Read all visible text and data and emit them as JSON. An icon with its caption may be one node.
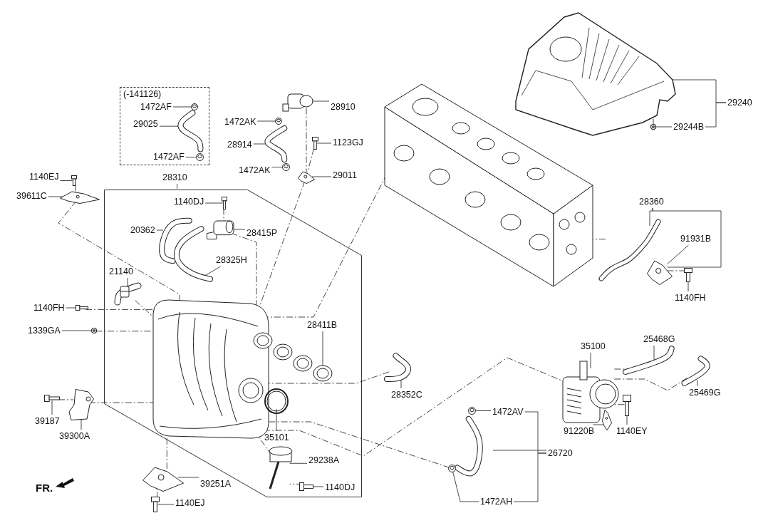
{
  "diagram": {
    "nodes": [
      {
        "text": [
          "(-141126)"
        ]
      },
      {
        "text": [
          "1472AF"
        ],
        "in": 0
      },
      {
        "text": [],
        "shape": "picture",
        "in": 0
      },
      {
        "text": [
          "29025"
        ],
        "in": 0
      },
      {
        "text": [],
        "shape": "picture",
        "in": 0
      },
      {
        "text": [
          "1472AF"
        ],
        "in": 0
      },
      {
        "text": [],
        "shape": "picture",
        "in": 0
      },
      {
        "text": [
          "28910"
        ]
      },
      {
        "text": [],
        "shape": "picture"
      },
      {
        "text": [
          "1472AK"
        ]
      },
      {
        "text": [],
        "shape": "picture"
      },
      {
        "text": [
          "28914"
        ]
      },
      {
        "text": [],
        "shape": "picture"
      },
      {
        "text": [
          "1472AK"
        ]
      },
      {
        "text": [],
        "shape": "picture"
      },
      {
        "text": [
          "1123GJ"
        ]
      },
      {
        "text": [],
        "shape": "picture"
      },
      {
        "text": [
          "29011"
        ]
      },
      {
        "text": [],
        "shape": "picture"
      },
      {
        "text": [
          "29240"
        ]
      },
      {
        "text": [],
        "shape": "picture"
      },
      {
        "text": [
          "29244B"
        ]
      },
      {
        "text": [],
        "shape": "circle"
      },
      {
        "text": [
          "1140EJ"
        ]
      },
      {
        "text": [],
        "shape": "picture"
      },
      {
        "text": [
          "39611C"
        ]
      },
      {
        "text": [],
        "shape": "picture"
      },
      {
        "text": [
          "28310"
        ]
      },
      {
        "text": [],
        "shape": "polygon"
      },
      {
        "text": [
          "1140DJ"
        ],
        "in": 28
      },
      {
        "text": [],
        "shape": "picture",
        "in": 28
      },
      {
        "text": [
          "20362"
        ],
        "in": 28
      },
      {
        "text": [],
        "shape": "picture",
        "in": 28
      },
      {
        "text": [
          "28415P"
        ],
        "in": 28
      },
      {
        "text": [],
        "shape": "picture",
        "in": 28
      },
      {
        "text": [
          "28325H"
        ],
        "in": 28
      },
      {
        "text": [],
        "shape": "picture",
        "in": 28
      },
      {
        "text": [
          "21140"
        ],
        "in": 28
      },
      {
        "text": [],
        "shape": "picture",
        "in": 28
      },
      {
        "text": [
          "1140FH"
        ]
      },
      {
        "text": [],
        "shape": "picture"
      },
      {
        "text": [
          "1339GA"
        ]
      },
      {
        "text": [],
        "shape": "circle"
      },
      {
        "text": [],
        "shape": "picture",
        "in": 28
      },
      {
        "text": [
          "28411B"
        ],
        "in": 28
      },
      {
        "text": [],
        "shape": "picture",
        "in": 28
      },
      {
        "text": [
          "28360"
        ]
      },
      {
        "text": [],
        "shape": "picture"
      },
      {
        "text": [
          "91931B"
        ]
      },
      {
        "text": [],
        "shape": "picture"
      },
      {
        "text": [
          "1140FH"
        ]
      },
      {
        "text": [],
        "shape": "picture"
      },
      {
        "text": [],
        "shape": "picture"
      },
      {
        "text": [
          "35100"
        ]
      },
      {
        "text": [],
        "shape": "picture"
      },
      {
        "text": [
          "25468G"
        ]
      },
      {
        "text": [],
        "shape": "picture"
      },
      {
        "text": [
          "25469G"
        ]
      },
      {
        "text": [],
        "shape": "picture"
      },
      {
        "text": [
          "28352C"
        ]
      },
      {
        "text": [],
        "shape": "picture"
      },
      {
        "text": [
          "39187"
        ]
      },
      {
        "text": [],
        "shape": "picture"
      },
      {
        "text": [
          "39300A"
        ]
      },
      {
        "text": [],
        "shape": "picture"
      },
      {
        "text": [
          "35101"
        ],
        "in": 28
      },
      {
        "text": [],
        "shape": "picture",
        "in": 28
      },
      {
        "text": [
          "29238A"
        ],
        "in": 28
      },
      {
        "text": [],
        "shape": "picture",
        "in": 28
      },
      {
        "text": [
          "1472AV"
        ]
      },
      {
        "text": [],
        "shape": "picture"
      },
      {
        "text": [
          "26720"
        ]
      },
      {
        "text": [],
        "shape": "picture"
      },
      {
        "text": [
          "1472AH"
        ]
      },
      {
        "text": [],
        "shape": "picture"
      },
      {
        "text": [
          "91220B"
        ]
      },
      {
        "text": [],
        "shape": "picture"
      },
      {
        "text": [
          "1140EY"
        ]
      },
      {
        "text": [],
        "shape": "picture"
      },
      {
        "text": [
          "1140DJ"
        ],
        "in": 28
      },
      {
        "text": [],
        "shape": "picture",
        "in": 28
      },
      {
        "text": [
          "39251A"
        ]
      },
      {
        "text": [],
        "shape": "picture"
      },
      {
        "text": [
          "1140EJ"
        ]
      },
      {
        "text": [],
        "shape": "picture"
      }
    ],
    "edges": [
      {
        "from": 1,
        "to": 2,
        "arrow": "none"
      },
      {
        "from": 3,
        "to": 4,
        "arrow": "none"
      },
      {
        "from": 5,
        "to": 6,
        "arrow": "none"
      },
      {
        "from": 7,
        "to": 8,
        "arrow": "none"
      },
      {
        "from": 9,
        "to": 10,
        "arrow": "none"
      },
      {
        "from": 11,
        "to": 12,
        "arrow": "none"
      },
      {
        "from": 13,
        "to": 14,
        "arrow": "none"
      },
      {
        "from": 15,
        "to": 16,
        "arrow": "none"
      },
      {
        "from": 17,
        "to": 18,
        "arrow": "none"
      },
      {
        "from": 19,
        "to": 20,
        "arrow": "none"
      },
      {
        "from": 19,
        "to": 21,
        "arrow": "none"
      },
      {
        "from": 21,
        "to": 22,
        "arrow": "none"
      },
      {
        "from": 23,
        "to": 24,
        "arrow": "none"
      },
      {
        "from": 25,
        "to": 26,
        "arrow": "none"
      },
      {
        "from": 27,
        "to": 28,
        "arrow": "none"
      },
      {
        "from": 29,
        "to": 30,
        "arrow": "none"
      },
      {
        "from": 31,
        "to": 32,
        "arrow": "none"
      },
      {
        "from": 33,
        "to": 34,
        "arrow": "none"
      },
      {
        "from": 35,
        "to": 36,
        "arrow": "none"
      },
      {
        "from": 37,
        "to": 38,
        "arrow": "none"
      },
      {
        "from": 39,
        "to": 40,
        "arrow": "none"
      },
      {
        "from": 41,
        "to": 42,
        "arrow": "none"
      },
      {
        "from": 44,
        "to": 45,
        "arrow": "none"
      },
      {
        "from": 46,
        "to": 47,
        "arrow": "none"
      },
      {
        "from": 46,
        "to": 49,
        "arrow": "none"
      },
      {
        "from": 48,
        "to": 49,
        "arrow": "none"
      },
      {
        "from": 50,
        "to": 51,
        "arrow": "none"
      },
      {
        "from": 53,
        "to": 54,
        "arrow": "none"
      },
      {
        "from": 55,
        "to": 56,
        "arrow": "none"
      },
      {
        "from": 57,
        "to": 58,
        "arrow": "none"
      },
      {
        "from": 59,
        "to": 60,
        "arrow": "none"
      },
      {
        "from": 61,
        "to": 62,
        "arrow": "none"
      },
      {
        "from": 63,
        "to": 64,
        "arrow": "none"
      },
      {
        "from": 65,
        "to": 66,
        "arrow": "none"
      },
      {
        "from": 67,
        "to": 68,
        "arrow": "none"
      },
      {
        "from": 69,
        "to": 70,
        "arrow": "none"
      },
      {
        "from": 71,
        "to": 69,
        "arrow": "none"
      },
      {
        "from": 71,
        "to": 72,
        "arrow": "none"
      },
      {
        "from": 71,
        "to": 73,
        "arrow": "none"
      },
      {
        "from": 73,
        "to": 74,
        "arrow": "none"
      },
      {
        "from": 75,
        "to": 76,
        "arrow": "none"
      },
      {
        "from": 77,
        "to": 78,
        "arrow": "none"
      },
      {
        "from": 79,
        "to": 80,
        "arrow": "none"
      },
      {
        "from": 81,
        "to": 82,
        "arrow": "none"
      },
      {
        "from": 83,
        "to": 84,
        "arrow": "none"
      },
      {
        "from": 24,
        "to": 26,
        "arrow": "none",
        "style": "dashed"
      },
      {
        "from": 26,
        "to": 43,
        "arrow": "none",
        "style": "dashed"
      },
      {
        "from": 8,
        "to": 18,
        "arrow": "none",
        "style": "dashed"
      },
      {
        "from": 16,
        "to": 18,
        "arrow": "none",
        "style": "dashed"
      },
      {
        "from": 18,
        "to": 43,
        "arrow": "none",
        "style": "dashed"
      },
      {
        "from": 22,
        "to": 20,
        "arrow": "none",
        "style": "dashed"
      },
      {
        "from": 30,
        "to": 34,
        "arrow": "none",
        "style": "dashed"
      },
      {
        "from": 34,
        "to": 43,
        "arrow": "none",
        "style": "dashed"
      },
      {
        "from": 38,
        "to": 43,
        "arrow": "none",
        "style": "dashed"
      },
      {
        "from": 40,
        "to": 43,
        "arrow": "none",
        "style": "dashed"
      },
      {
        "from": 42,
        "to": 43,
        "arrow": "none",
        "style": "dashed"
      },
      {
        "from": 43,
        "to": 52,
        "arrow": "none",
        "style": "dashed"
      },
      {
        "from": 47,
        "to": 52,
        "arrow": "none",
        "style": "dashed"
      },
      {
        "from": 51,
        "to": 49,
        "arrow": "none",
        "style": "dashed"
      },
      {
        "from": 60,
        "to": 43,
        "arrow": "none",
        "style": "dashed"
      },
      {
        "from": 54,
        "to": 43,
        "arrow": "none",
        "style": "dashed"
      },
      {
        "from": 56,
        "to": 54,
        "arrow": "none",
        "style": "dashed"
      },
      {
        "from": 58,
        "to": 54,
        "arrow": "none",
        "style": "dashed"
      },
      {
        "from": 78,
        "to": 54,
        "arrow": "none",
        "style": "dashed"
      },
      {
        "from": 62,
        "to": 64,
        "arrow": "none",
        "style": "dashed"
      },
      {
        "from": 64,
        "to": 43,
        "arrow": "none",
        "style": "dashed"
      },
      {
        "from": 68,
        "to": 43,
        "arrow": "none",
        "style": "dashed"
      },
      {
        "from": 80,
        "to": 68,
        "arrow": "none",
        "style": "dashed"
      },
      {
        "from": 74,
        "to": 43,
        "arrow": "none",
        "style": "dashed"
      },
      {
        "from": 84,
        "to": 82,
        "arrow": "none",
        "style": "dashed"
      },
      {
        "from": 82,
        "to": 43,
        "arrow": "none",
        "style": "dashed"
      }
    ],
    "labels": [
      "FR."
    ]
  }
}
